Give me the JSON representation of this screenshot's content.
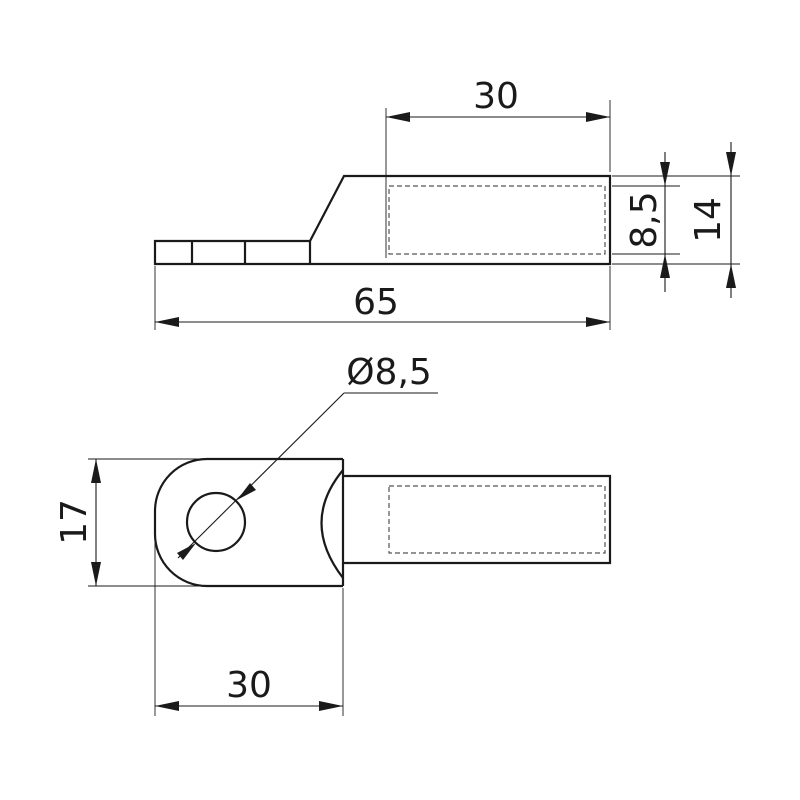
{
  "dimensions": {
    "side_view": {
      "length_total": "65",
      "barrel_length": "30",
      "bore_height": "8,5",
      "barrel_height": "14"
    },
    "top_view": {
      "hole_diameter": "Ø8,5",
      "width": "17",
      "palm_length": "30"
    }
  }
}
